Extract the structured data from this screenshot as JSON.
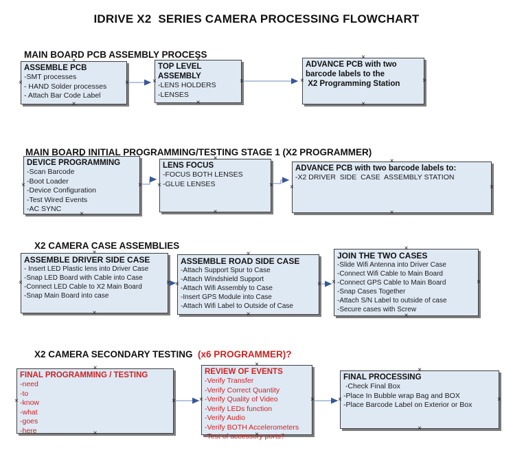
{
  "page_title": "IDRIVE X2  SERIES CAMERA PROCESSING FLOWCHART",
  "colors": {
    "box_fill": "#dfe9f4",
    "box_border": "#3f3f3f",
    "accent_red": "#cc2222",
    "arrow_line": "#8ba0c6",
    "arrow_head": "#3a5796"
  },
  "sections": [
    {
      "heading": "MAIN BOARD PCB ASSEMBLY PROCESS"
    },
    {
      "heading": "MAIN BOARD INITIAL PROGRAMMING/TESTING STAGE 1 (X2 PROGRAMMER)"
    },
    {
      "heading": "X2 CAMERA CASE ASSEMBLIES"
    },
    {
      "heading": "X2 CAMERA SECONDARY TESTING  ",
      "heading_suffix": "(x6 PROGRAMMER)?"
    }
  ],
  "boxes": {
    "assemble_pcb": {
      "title": "ASSEMBLE PCB",
      "items": [
        "-SMT processes",
        "- HAND Solder processes",
        "- Attach Bar Code Label"
      ]
    },
    "top_level_assembly": {
      "title": "TOP LEVEL ASSEMBLY",
      "items": [
        "-LENS HOLDERS",
        "-LENSES"
      ]
    },
    "advance_pcb_programming": {
      "title_lines": [
        "ADVANCE PCB with two",
        "barcode labels to the",
        " X2 Programming Station"
      ]
    },
    "device_programming": {
      "title": "DEVICE PROGRAMMING",
      "items": [
        "-Scan Barcode",
        "-Boot Loader",
        "-Device Configuration",
        "-Test Wired Events",
        "-AC SYNC"
      ]
    },
    "lens_focus": {
      "title": "LENS FOCUS",
      "items": [
        "-FOCUS BOTH LENSES",
        "-GLUE LENSES"
      ]
    },
    "advance_pcb_driver": {
      "title": "ADVANCE PCB with two barcode labels to:",
      "items": [
        "-X2 DRIVER  SIDE  CASE  ASSEMBLY STATION"
      ]
    },
    "assemble_driver_side": {
      "title": "ASSEMBLE DRIVER SIDE CASE",
      "items": [
        "- Insert LED Plastic lens into Driver Case",
        "-Snap LED Board with Cable into Case",
        "-Connect LED Cable to X2 Main Board",
        "-Snap Main Board into case"
      ]
    },
    "assemble_road_side": {
      "title": "ASSEMBLE ROAD SIDE CASE",
      "items": [
        "-Attach Support Spur to Case",
        "-Attach Windshield Support",
        "-Attach Wifi Assembly to Case",
        "-Insert GPS Module into Case",
        "-Attach Wifi Label to Outside of Case"
      ]
    },
    "join_two_cases": {
      "title": "JOIN THE TWO CASES",
      "items": [
        "-Slide Wifi Antenna into Driver Case",
        "-Connect Wifi Cable to Main Board",
        "-Connect GPS Cable to Main Board",
        "-Snap Cases Together",
        "-Attach S/N Label to outside of case",
        "-Secure cases with Screw"
      ]
    },
    "final_programming": {
      "title": "FINAL PROGRAMMING / TESTING",
      "items": [
        "-need",
        "-to",
        "-know",
        "-what",
        "-goes",
        "-here"
      ]
    },
    "review_of_events": {
      "title": "REVIEW OF EVENTS",
      "items": [
        "-Verify Transfer",
        "-Verify Correct Quantity",
        "-Verify Quality of Video",
        "-Verify LEDs function",
        "-Verify Audio",
        "-Verify BOTH Accelerometers",
        "-Test of accessory ports?"
      ]
    },
    "final_processing": {
      "title": "FINAL PROCESSING",
      "items": [
        " -Check Final Box",
        "-Place In Bubble wrap Bag and BOX",
        "-Place Barcode Label on Exterior or Box"
      ]
    }
  }
}
